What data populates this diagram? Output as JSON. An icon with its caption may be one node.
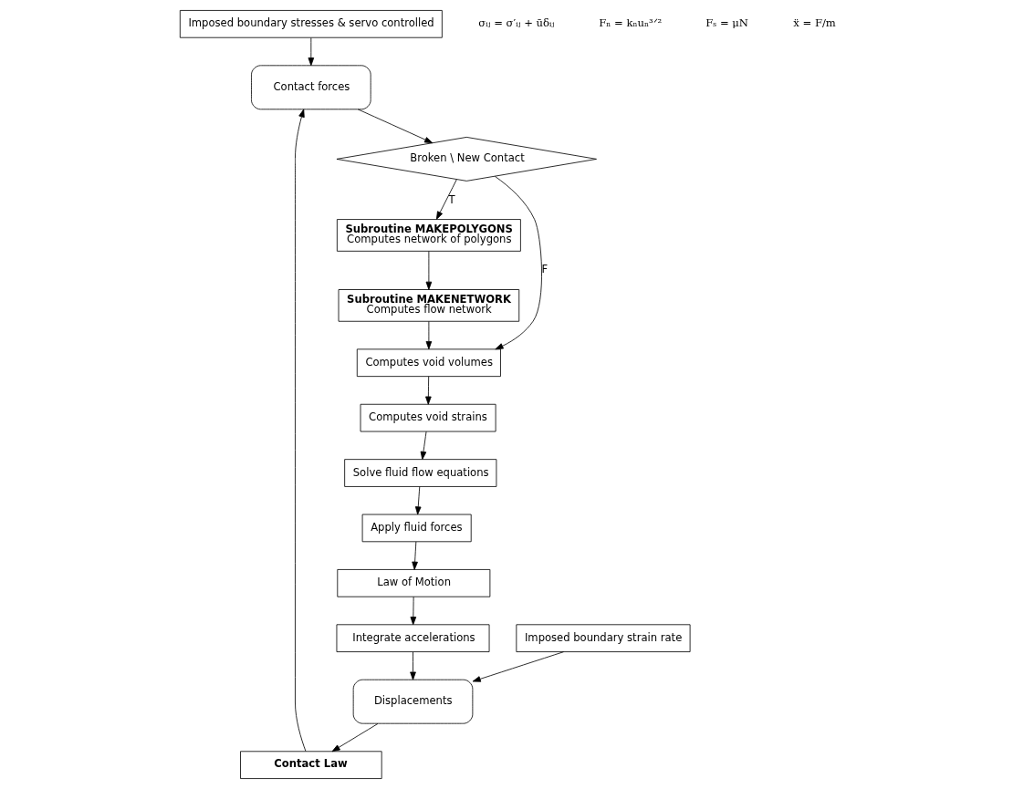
{
  "diagram": {
    "nodes": [
      {
        "text": [
          "Imposed boundary stresses & servo controlled"
        ]
      },
      {
        "text": [
          "Contact Law"
        ]
      },
      {
        "text": [
          "Imposed boundary strain rate"
        ]
      },
      {
        "text": [
          "Contact forces"
        ]
      },
      {
        "text": [
          "Displacements"
        ]
      },
      {
        "text": [
          "Broken \\ New Contact"
        ]
      },
      {
        "text": [
          "Subroutine MAKEPOLYGONS",
          "Computes network of polygons"
        ]
      },
      {
        "text": [
          "Apply fluid forces"
        ]
      },
      {
        "text": [
          "Integrate accelerations"
        ]
      },
      {
        "text": [
          "Solve fluid flow equations"
        ]
      },
      {
        "text": [
          "Computes void strains"
        ]
      },
      {
        "text": [
          "Subroutine MAKENETWORK",
          "Computes flow network"
        ]
      },
      {
        "text": [
          "Law of Motion"
        ]
      },
      {
        "text": [
          "Computes void volumes"
        ]
      }
    ],
    "edges": [
      {
        "from": 0,
        "to": 3,
        "arrow": "to"
      },
      {
        "from": 1,
        "to": 3,
        "arrow": "to"
      },
      {
        "from": 2,
        "to": 4,
        "arrow": "to"
      },
      {
        "from": 4,
        "to": 1,
        "arrow": "to"
      },
      {
        "from": 3,
        "to": 5,
        "arrow": "to"
      },
      {
        "from": 5,
        "to": 6,
        "arrow": "to",
        "label": "T"
      },
      {
        "from": 5,
        "to": 13,
        "arrow": "to",
        "label": "F"
      },
      {
        "from": 6,
        "to": 11,
        "arrow": "to"
      },
      {
        "from": 11,
        "to": 13,
        "arrow": "to"
      },
      {
        "from": 13,
        "to": 10,
        "arrow": "to"
      },
      {
        "from": 10,
        "to": 9,
        "arrow": "to"
      },
      {
        "from": 9,
        "to": 7,
        "arrow": "to"
      },
      {
        "from": 7,
        "to": 12,
        "arrow": "to"
      },
      {
        "from": 12,
        "to": 8,
        "arrow": "to"
      },
      {
        "from": 8,
        "to": 4,
        "arrow": "to"
      }
    ],
    "labels": [
      "σᵢⱼ = σ′ᵢⱼ + ūδᵢⱼ",
      "Fₙ = kₙuₙ³ᐟ²",
      "Fₛ = μN",
      "ẍ = F/m"
    ]
  }
}
